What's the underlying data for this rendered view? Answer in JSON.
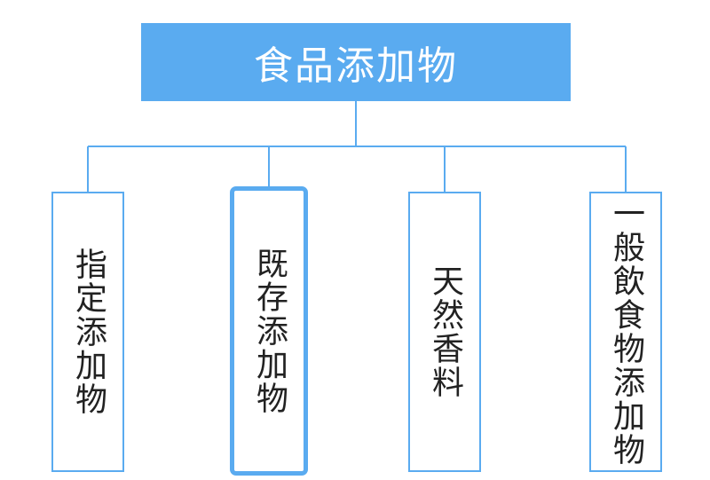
{
  "root": {
    "label": "食品添加物"
  },
  "children": [
    {
      "label": "指定添加物",
      "highlighted": false
    },
    {
      "label": "既存添加物",
      "highlighted": true
    },
    {
      "label": "天然香料",
      "highlighted": false
    },
    {
      "label": "一般飲食物添加物",
      "highlighted": false
    }
  ],
  "colors": {
    "accent": "#5aabf0",
    "text": "#222222",
    "root_text": "#ffffff"
  }
}
